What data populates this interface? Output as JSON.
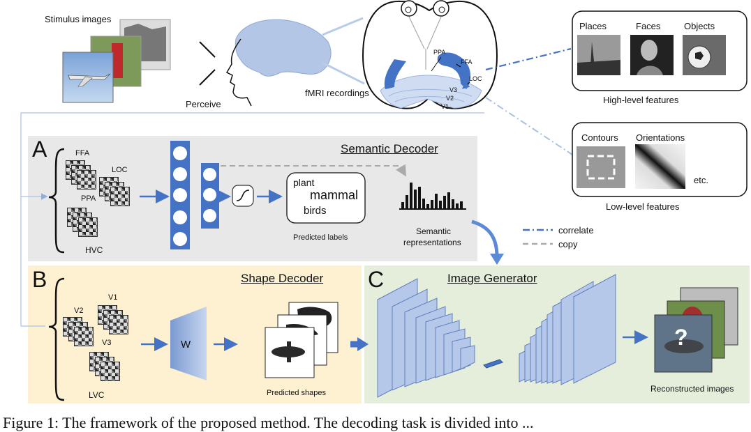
{
  "top": {
    "stimulus_label": "Stimulus images",
    "perceive_label": "Perceive",
    "fmri_label": "fMRI recordings",
    "brain_regions": [
      "PPA",
      "FFA",
      "LOC",
      "V3",
      "V2",
      "V1"
    ]
  },
  "high_level": {
    "items": [
      "Places",
      "Faces",
      "Objects"
    ],
    "caption": "High-level features"
  },
  "low_level": {
    "items": [
      "Contours",
      "Orientations",
      "etc."
    ],
    "caption": "Low-level features"
  },
  "panel_a": {
    "letter": "A",
    "title": "Semantic Decoder",
    "regions": [
      "FFA",
      "LOC",
      "PPA",
      "HVC"
    ],
    "labels_box": [
      "plant",
      "mammal",
      "birds"
    ],
    "labels_caption": "Predicted labels",
    "semantic_caption_1": "Semantic",
    "semantic_caption_2": "representations"
  },
  "legend": {
    "correlate": "correlate",
    "copy": "copy"
  },
  "panel_b": {
    "letter": "B",
    "title": "Shape Decoder",
    "regions": [
      "V1",
      "V2",
      "V3",
      "LVC"
    ],
    "w_label": "W",
    "shapes_caption": "Predicted shapes"
  },
  "panel_c": {
    "letter": "C",
    "title": "Image Generator",
    "question_mark": "?",
    "recon_caption": "Reconstructed images"
  },
  "figure_caption": "Figure 1: The framework of the proposed method. The decoding task is divided into ...",
  "colors": {
    "panel_a_bg": "#e8e8e8",
    "panel_b_bg": "#fdf1d2",
    "panel_c_bg": "#e4eedb",
    "blue": "#4472c4",
    "light_blue": "#a9c1e6"
  }
}
